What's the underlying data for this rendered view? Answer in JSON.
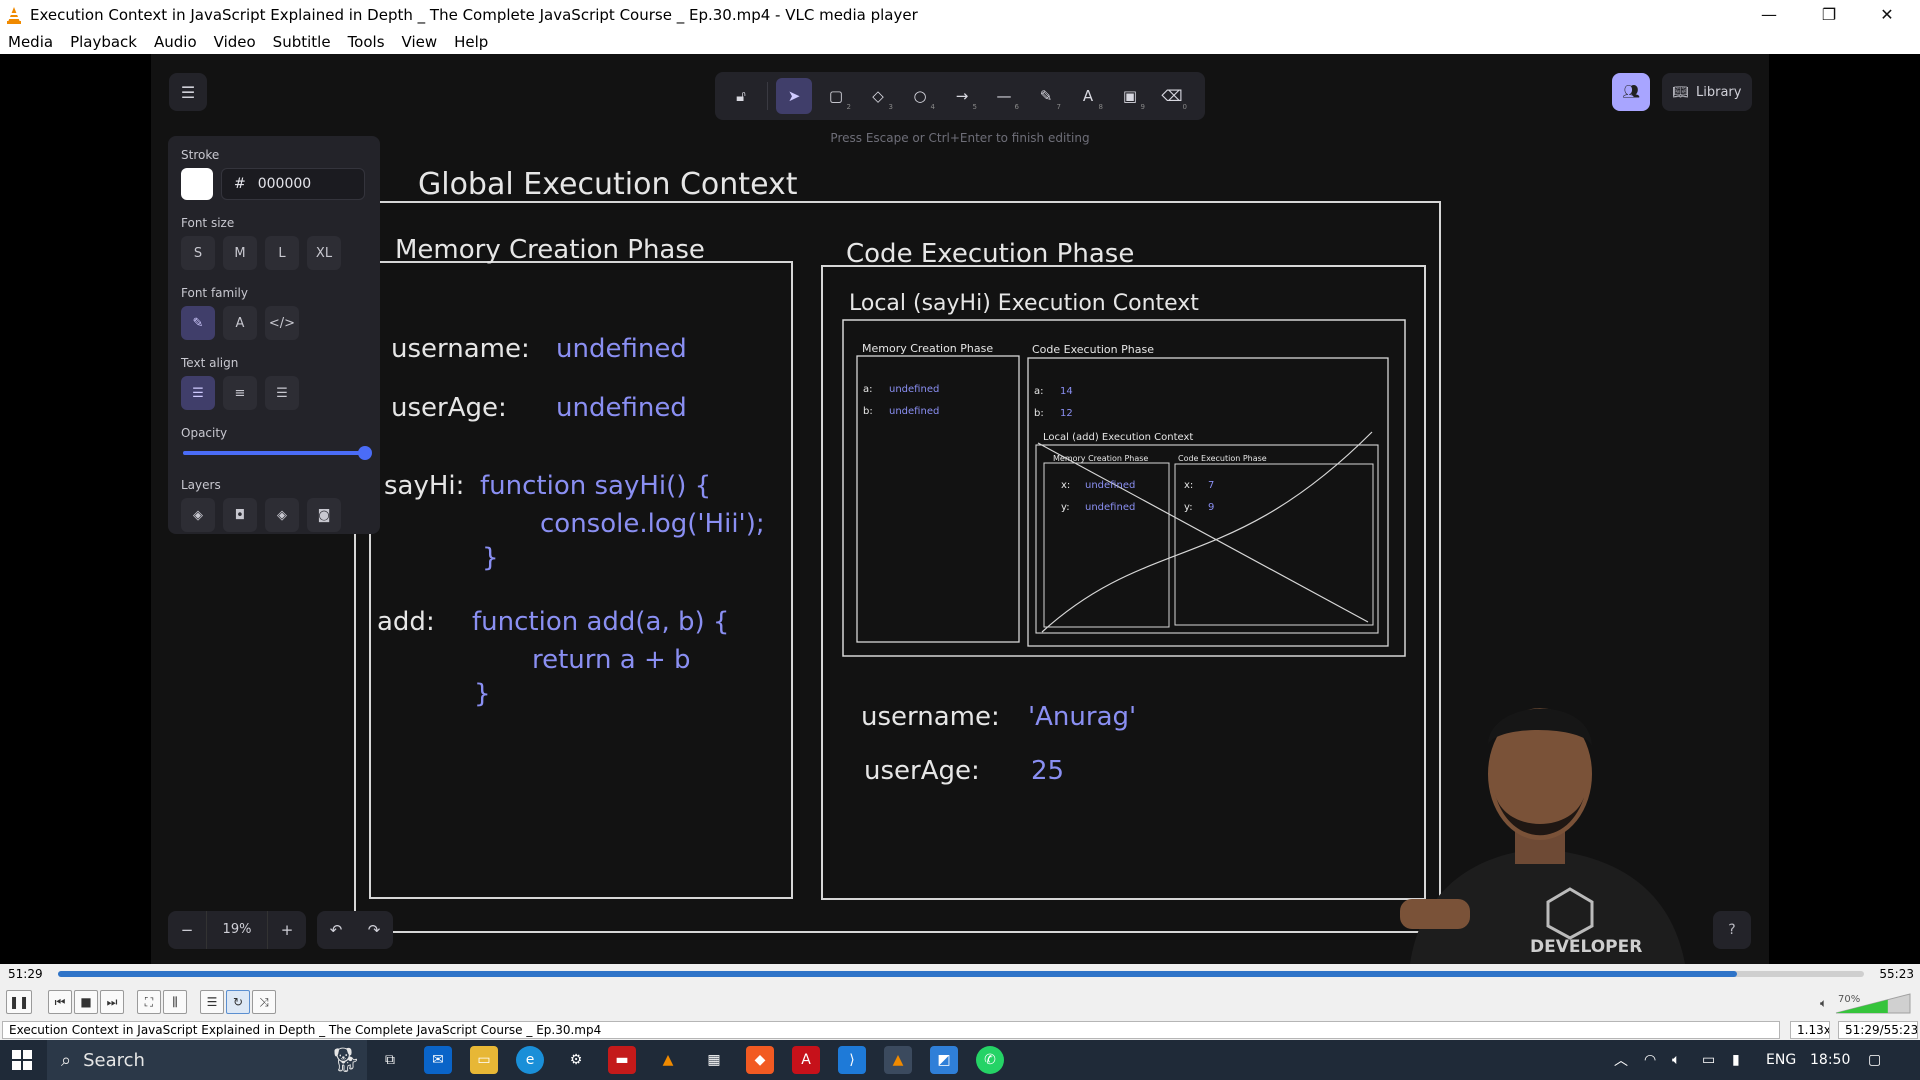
{
  "window": {
    "title": "Execution Context in JavaScript Explained in Depth _ The Complete JavaScript Course _ Ep.30.mp4 - VLC media player",
    "minimize_icon": "minimize-icon",
    "maximize_icon": "restore-icon",
    "close_icon": "close-icon"
  },
  "menu": [
    "Media",
    "Playback",
    "Audio",
    "Video",
    "Subtitle",
    "Tools",
    "View",
    "Help"
  ],
  "excalidraw": {
    "hint": "Press Escape or Ctrl+Enter to finish editing",
    "library_label": "Library",
    "tool_numbers": [
      "2",
      "3",
      "4",
      "5",
      "6",
      "7",
      "8",
      "9",
      "0"
    ],
    "properties": {
      "stroke_label": "Stroke",
      "stroke_hash": "#",
      "stroke_value": "000000",
      "font_size_label": "Font size",
      "font_sizes": [
        "S",
        "M",
        "L",
        "XL"
      ],
      "font_family_label": "Font family",
      "font_family_code": "</>",
      "font_family_normal": "A",
      "text_align_label": "Text align",
      "opacity_label": "Opacity",
      "opacity": 1.0,
      "layers_label": "Layers"
    },
    "zoom": {
      "minus": "−",
      "value": "19%",
      "plus": "+"
    },
    "help": "?"
  },
  "drawing": {
    "title": "Global Execution Context",
    "memory_phase_title": "Memory Creation Phase",
    "code_phase_title": "Code Execution Phase",
    "mem_username_key": "username:",
    "mem_username_val": "undefined",
    "mem_userage_key": "userAge:",
    "mem_userage_val": "undefined",
    "sayhi_key": "sayHi:",
    "sayhi_line1": "function sayHi() {",
    "sayhi_line2": "console.log('Hii');",
    "sayhi_close": "}",
    "add_key": "add:",
    "add_line1": "function add(a, b) {",
    "add_line2": "return a + b",
    "add_close": "}",
    "local_title": "Local (sayHi) Execution Context",
    "local_mem_title": "Memory Creation Phase",
    "local_code_title": "Code Execution Phase",
    "local_a_key": "a:",
    "local_a_mem": "undefined",
    "local_b_key": "b:",
    "local_b_mem": "undefined",
    "local_a_code": "14",
    "local_b_code": "12",
    "add_ctx_title": "Local (add) Execution Context",
    "add_mem_title": "Memory Creation Phase",
    "add_code_title": "Code Execution Phase",
    "add_x_key": "x:",
    "add_x_mem": "undefined",
    "add_y_key": "y:",
    "add_y_mem": "undefined",
    "add_x_code": "7",
    "add_y_code": "9",
    "exec_username_key": "username:",
    "exec_username_val": "'Anurag'",
    "exec_userage_key": "userAge:",
    "exec_userage_val": "25",
    "shirt_text": "DEVELOPER"
  },
  "player": {
    "elapsed": "51:29",
    "total": "55:23",
    "progress": 0.9295,
    "filename": "Execution Context in JavaScript Explained in Depth _ The Complete JavaScript Course _ Ep.30.mp4",
    "speed": "1.13x",
    "time_status": "51:29/55:23",
    "volume_label": "70%",
    "volume": 0.7
  },
  "taskbar": {
    "search_label": "Search",
    "language": "ENG",
    "clock": "18:50"
  }
}
